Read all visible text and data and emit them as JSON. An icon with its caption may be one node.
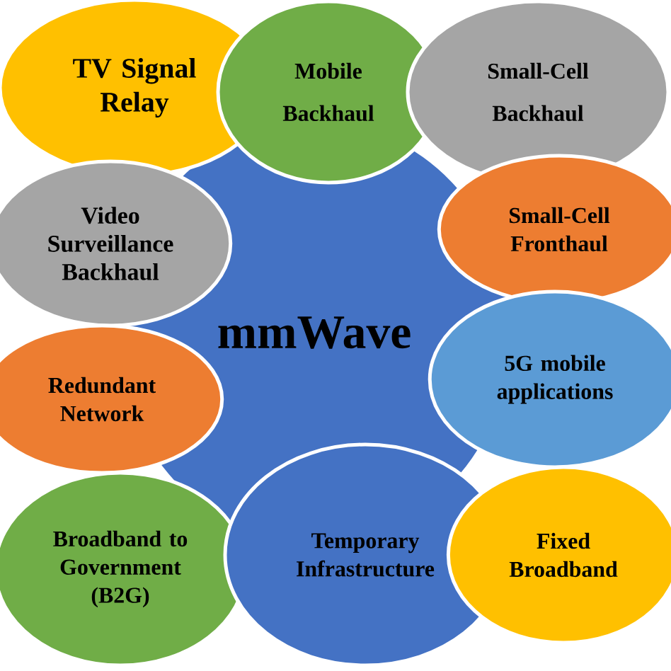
{
  "diagram": {
    "nodes": [
      {
        "text": [
          "mmWave"
        ]
      },
      {
        "text": [
          "TV Signal Relay"
        ]
      },
      {
        "text": [
          "Mobile Backhaul"
        ]
      },
      {
        "text": [
          "Small-Cell Backhaul"
        ]
      },
      {
        "text": [
          "Video Surveillance Backhaul"
        ]
      },
      {
        "text": [
          "Small-Cell Fronthaul"
        ]
      },
      {
        "text": [
          "Redundant Network"
        ]
      },
      {
        "text": [
          "5G mobile applications"
        ]
      },
      {
        "text": [
          "Broadband to Government (B2G)"
        ]
      },
      {
        "text": [
          "Temporary Infrastructure"
        ]
      },
      {
        "text": [
          "Fixed Broadband"
        ]
      }
    ]
  }
}
